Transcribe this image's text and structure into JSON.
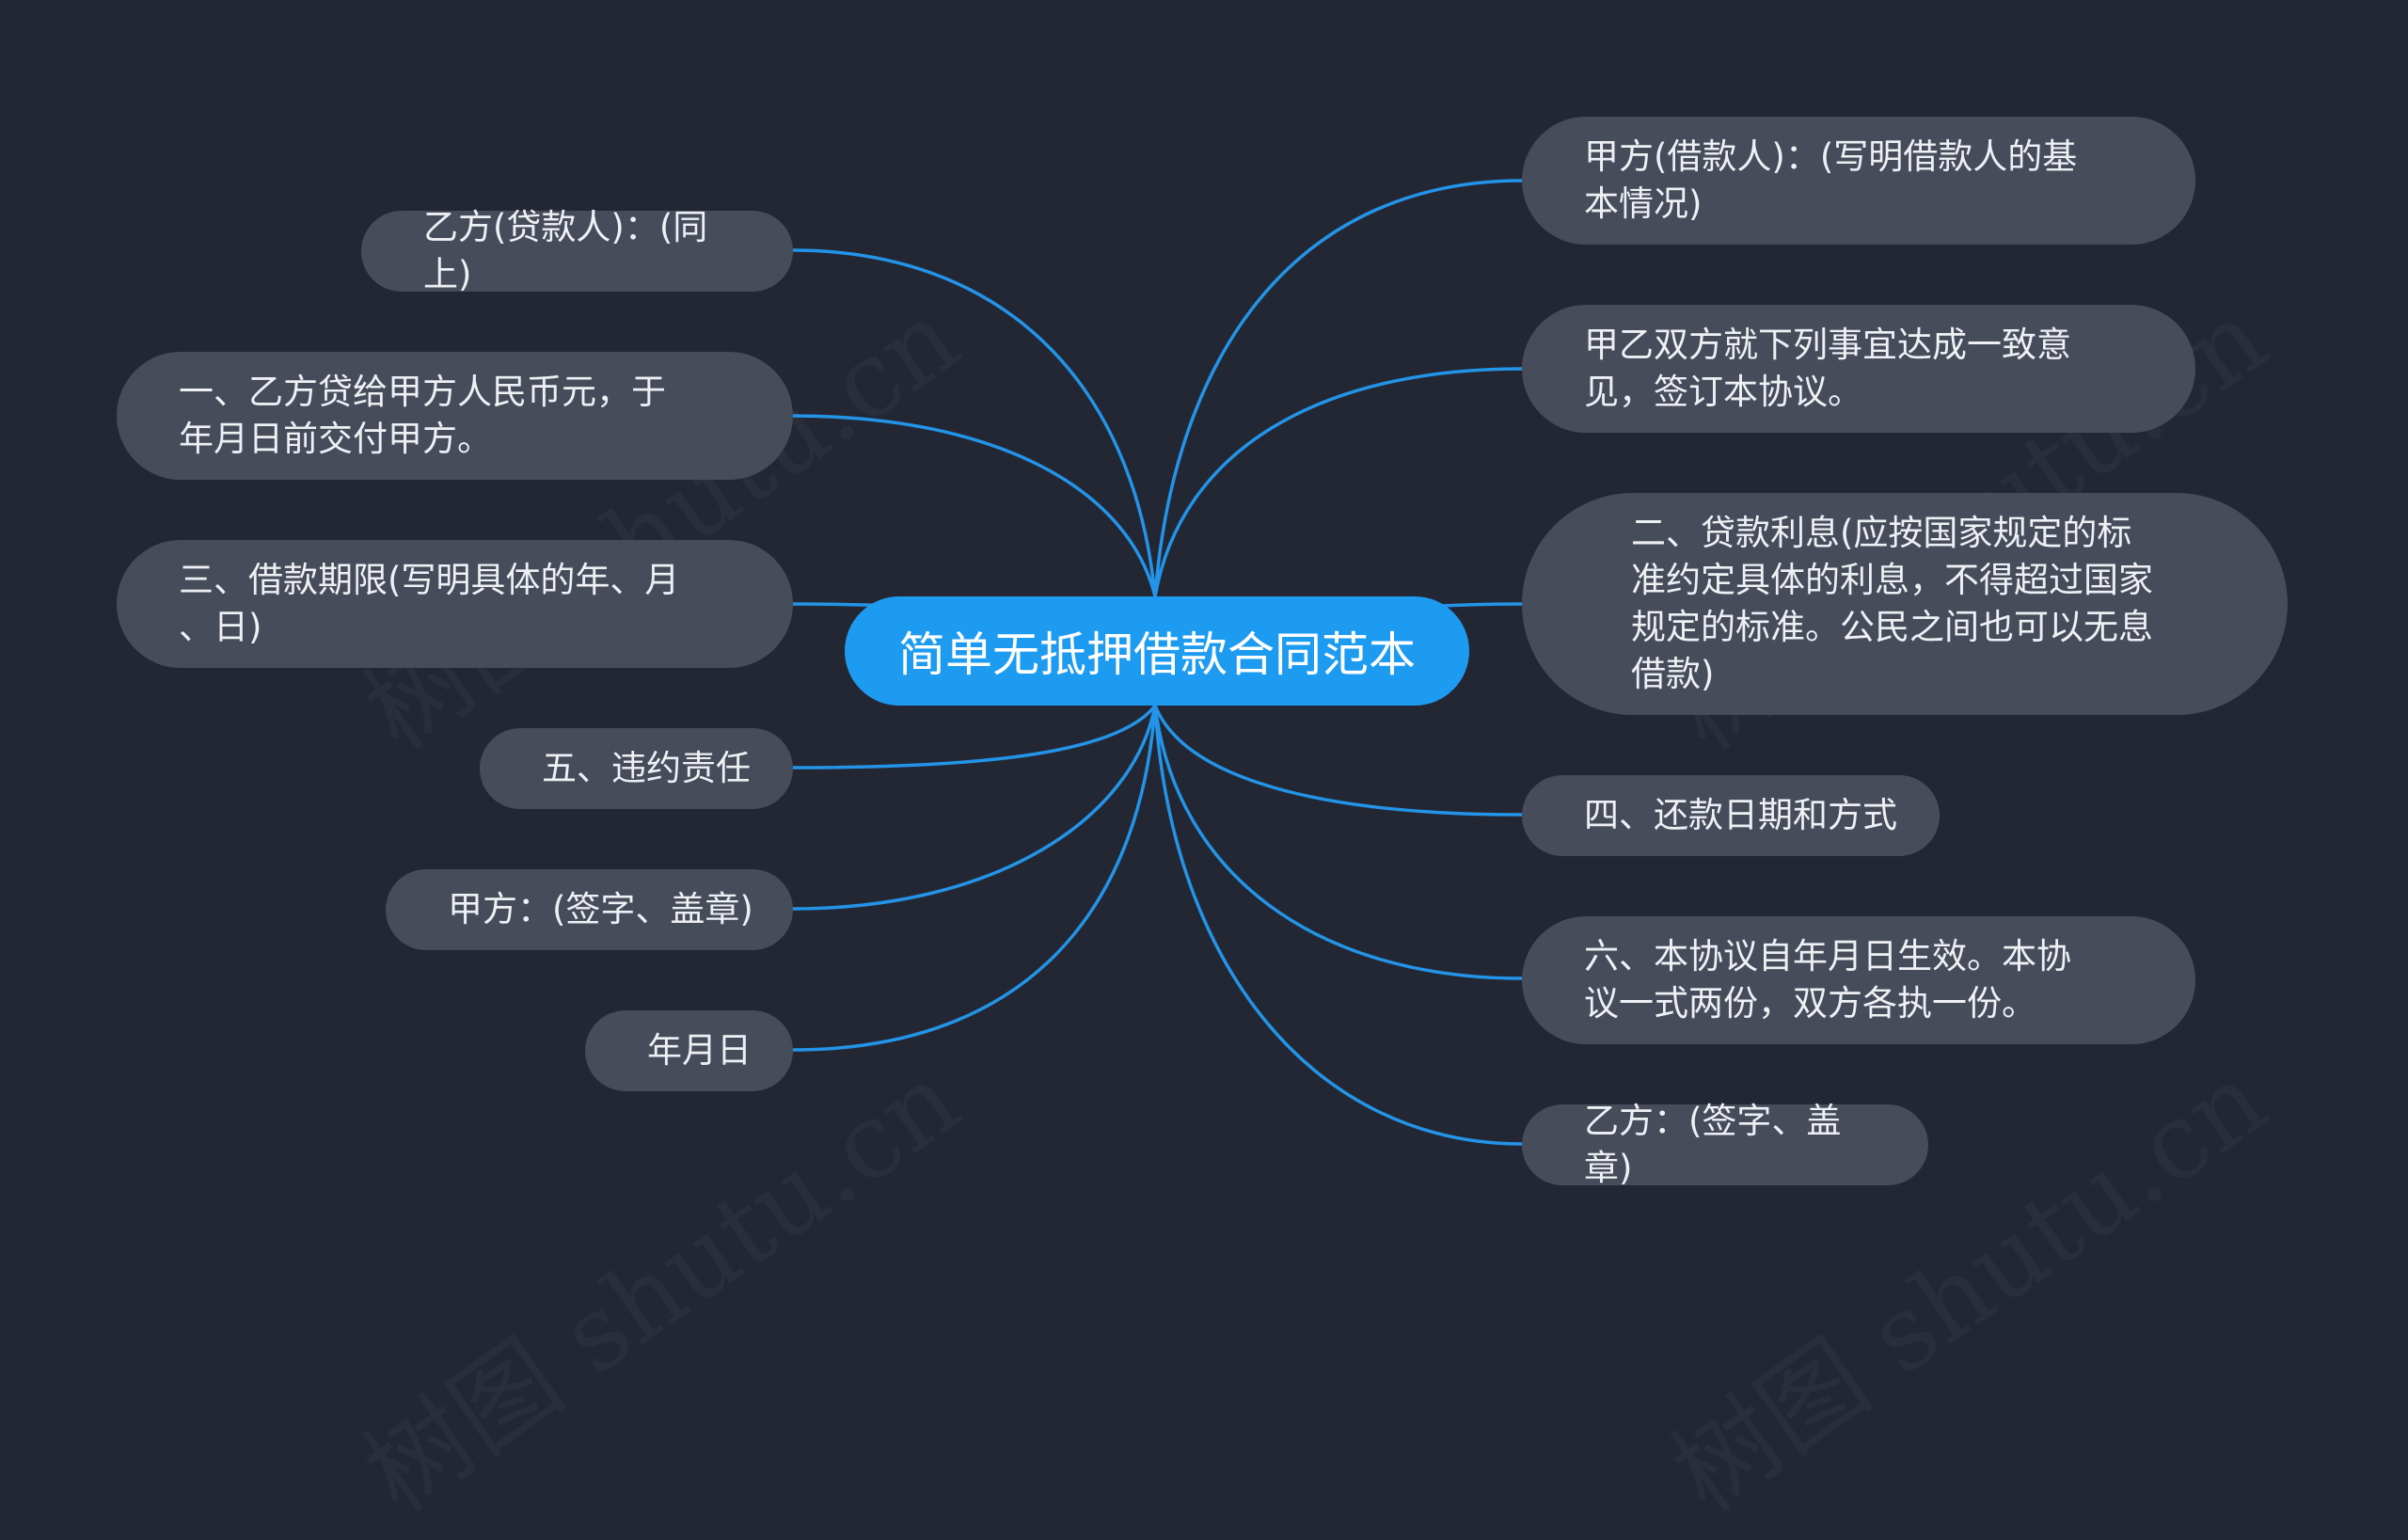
{
  "root": {
    "label": "简单无抵押借款合同范本"
  },
  "branches": {
    "left": [
      {
        "label": "乙方(贷款人)：(同上)"
      },
      {
        "label": "一、乙方贷给甲方人民币元，于\n年月日前交付甲方。"
      },
      {
        "label": "三、借款期限(写明具体的年、月\n、日)"
      },
      {
        "label": "五、违约责任"
      },
      {
        "label": "甲方：(签字、盖章)"
      },
      {
        "label": "年月日"
      }
    ],
    "right": [
      {
        "label": "甲方(借款人)：(写明借款人的基\n本情况)"
      },
      {
        "label": "甲乙双方就下列事宜达成一致意\n见，签订本协议。"
      },
      {
        "label": "二、贷款利息(应按国家规定的标\n准约定具体的利息，不得超过国家\n规定的标准。公民之间也可以无息\n借款)"
      },
      {
        "label": "四、还款日期和方式"
      },
      {
        "label": "六、本协议自年月日生效。本协\n议一式两份，双方各执一份。"
      },
      {
        "label": "乙方：(签字、盖章)"
      }
    ]
  },
  "colors": {
    "background": "#232733",
    "root": "#1d9bf0",
    "node": "#474c5b",
    "link": "#2394e8",
    "text": "#eef0f4"
  }
}
